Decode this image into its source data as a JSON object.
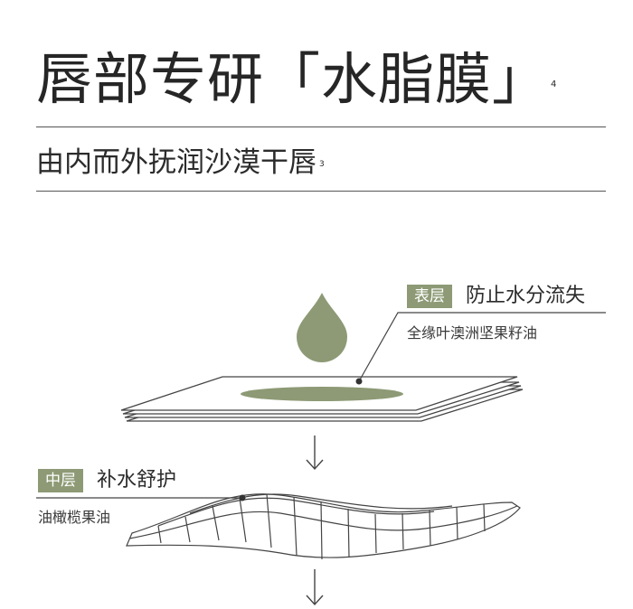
{
  "header": {
    "title": "唇部专研「水脂膜」",
    "title_footnote": "4",
    "subtitle": "由内而外抚润沙漠干唇",
    "subtitle_footnote": "3"
  },
  "layers": {
    "surface": {
      "badge": "表层",
      "title": "防止水分流失",
      "ingredient": "全缘叶澳洲坚果籽油"
    },
    "middle": {
      "badge": "中层",
      "title": "补水舒护",
      "ingredient": "油橄榄果油"
    }
  },
  "colors": {
    "accent": "#8d9a75",
    "text": "#2b2b2b",
    "line": "#444444"
  }
}
